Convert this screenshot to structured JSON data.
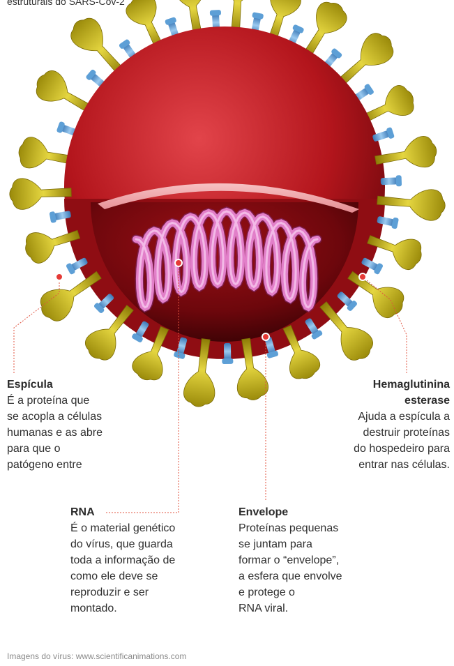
{
  "header": {
    "caption": "estruturais do SARS-Cov-2"
  },
  "labels": {
    "espicula": {
      "title": "Espícula",
      "lines": [
        "É a proteína que",
        "se acopla a células",
        "humanas e as abre",
        "para que o",
        "patógeno entre"
      ]
    },
    "hemaglutinina": {
      "title_lines": [
        "Hemaglutinina",
        "esterase"
      ],
      "lines": [
        "Ajuda a espícula a",
        "destruir proteínas",
        "do hospedeiro para",
        "entrar nas células."
      ]
    },
    "rna": {
      "title": "RNA",
      "lines": [
        "É o material genético",
        "do vírus, que guarda",
        "toda a informação de",
        "como ele deve se",
        "reproduzir e ser",
        "montado."
      ]
    },
    "envelope": {
      "title": "Envelope",
      "lines": [
        "Proteínas pequenas",
        "se juntam para",
        "formar o “envelope”,",
        "a esfera que envolve",
        "e protege o",
        "RNA viral."
      ]
    }
  },
  "footer": {
    "credit": "Imagens do vírus: www.scientificanimations.com"
  },
  "colors": {
    "capsid_red": "#b3151c",
    "spike_yellow": "#d6c21a",
    "protein_blue": "#5d9fd6",
    "rna_pink": "#e27fc9",
    "leader_red": "#e0533f"
  }
}
